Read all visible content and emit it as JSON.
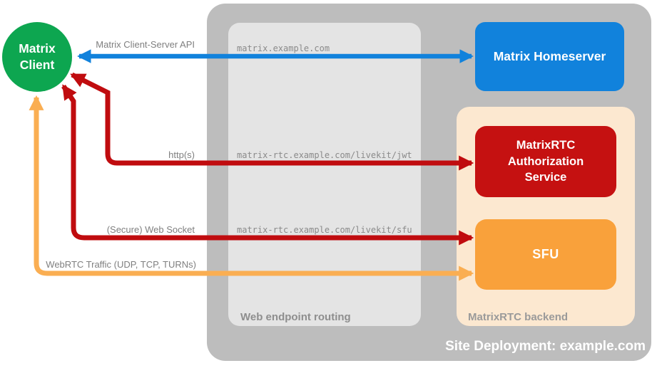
{
  "title": "Site Deployment: example.com",
  "nodes": {
    "client": "Matrix Client",
    "homeserver": "Matrix Homeserver",
    "auth": "MatrixRTC Authorization Service",
    "sfu": "SFU"
  },
  "groups": {
    "web_routing": "Web endpoint routing",
    "backend": "MatrixRTC backend"
  },
  "endpoints": {
    "homeserver_url": "matrix.example.com",
    "jwt_url": "matrix-rtc.example.com/livekit/jwt",
    "sfu_url": "matrix-rtc.example.com/livekit/sfu"
  },
  "connections": {
    "cs_api": "Matrix Client-Server API",
    "https": "http(s)",
    "websocket": "(Secure) Web Socket",
    "webrtc": "WebRTC Traffic (UDP, TCP, TURNs)"
  },
  "colors": {
    "client_green": "#0da650",
    "homeserver_blue": "#1182dc",
    "auth_red": "#c51111",
    "sfu_orange": "#f9a13b",
    "backend_peach": "#fce8d0",
    "outer_gray": "#bdbdbd",
    "inner_gray": "#e4e4e4",
    "arrow_blue": "#1182dc",
    "arrow_red": "#c00c0f",
    "arrow_orange": "#faae52",
    "label_gray": "#7f7f7f"
  }
}
